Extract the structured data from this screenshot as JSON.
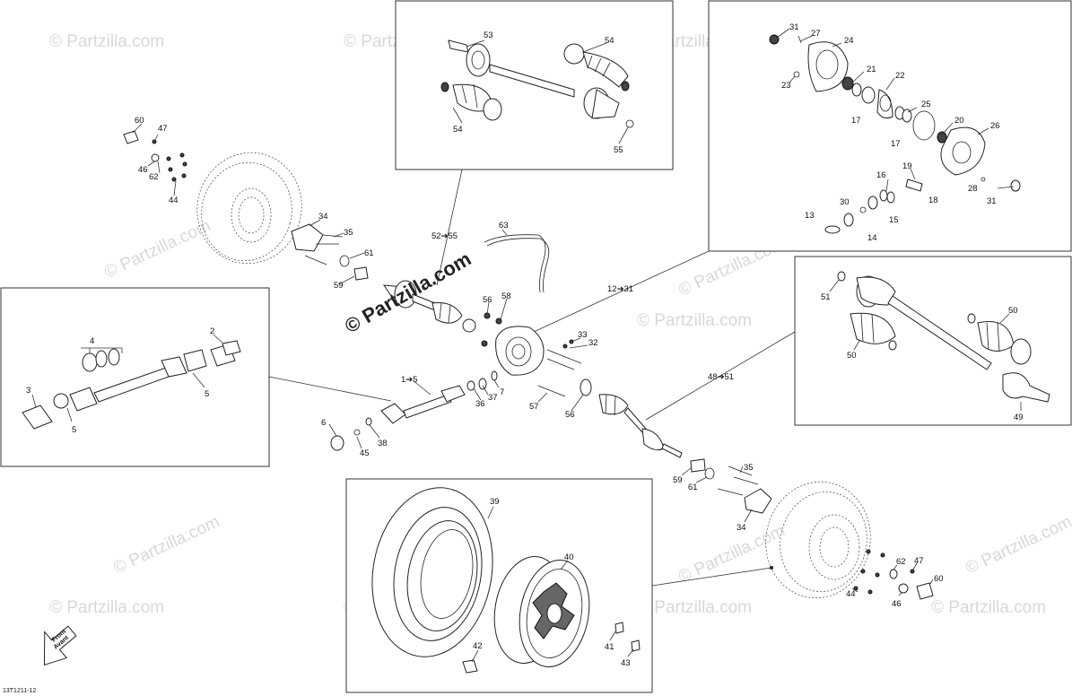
{
  "watermark": "© Partzilla.com",
  "watermark_main": "© Partzilla.com",
  "figure_code": "13T1211-12",
  "front_arrow": {
    "line1": "Front",
    "line2": "Avant"
  },
  "callouts": {
    "c53": "53",
    "c54a": "54",
    "c54b": "54",
    "c55": "55",
    "c31a": "31",
    "c27": "27",
    "c24": "24",
    "c21": "21",
    "c22": "22",
    "c23": "23",
    "c17a": "17",
    "c17b": "17",
    "c25": "25",
    "c20": "20",
    "c26": "26",
    "c19": "19",
    "c16": "16",
    "c18": "18",
    "c28": "28",
    "c31b": "31",
    "c30": "30",
    "c13": "13",
    "c15": "15",
    "c14": "14",
    "c60a": "60",
    "c47a": "47",
    "c46a": "46",
    "c62a": "62",
    "c44a": "44",
    "c34a": "34",
    "c35a": "35",
    "c61a": "61",
    "c59a": "59",
    "c52": "52➔55",
    "c63": "63",
    "c56a": "56",
    "c58": "58",
    "c12": "12➔31",
    "c33": "33",
    "c32": "32",
    "c37": "37",
    "c36": "36",
    "c7": "7",
    "c57": "57",
    "c56b": "56",
    "c48": "48➔51",
    "c1": "1➔5",
    "c6": "6",
    "c45": "45",
    "c38": "38",
    "c4": "4",
    "c2": "2",
    "c3": "3",
    "c5a": "5",
    "c5b": "5",
    "c51": "51",
    "c50a": "50",
    "c50b": "50",
    "c49": "49",
    "c59b": "59",
    "c61b": "61",
    "c35b": "35",
    "c34b": "34",
    "c39": "39",
    "c40": "40",
    "c41": "41",
    "c42": "42",
    "c43": "43",
    "c62b": "62",
    "c47b": "47",
    "c60b": "60",
    "c44b": "44",
    "c46b": "46"
  }
}
